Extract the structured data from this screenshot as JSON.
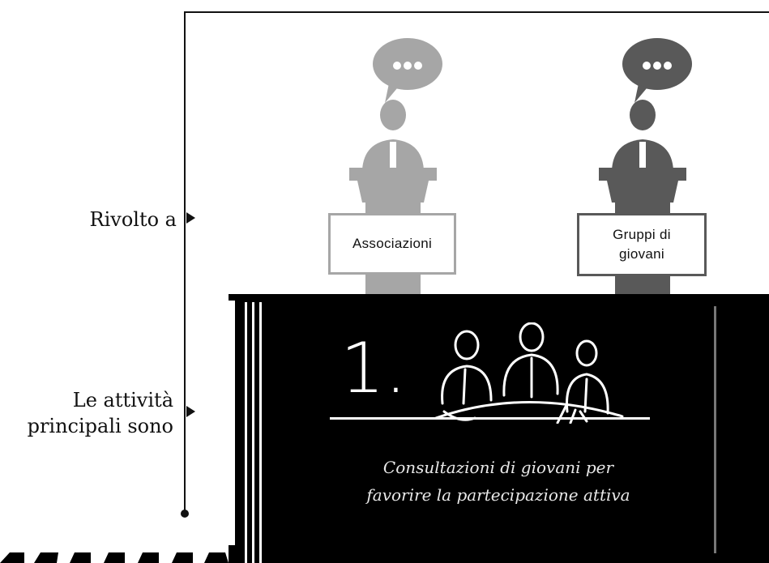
{
  "labels": {
    "rivolto": "Rivolto a",
    "attivita_line1": "Le attività",
    "attivita_line2": "principali sono"
  },
  "speakers": [
    {
      "name": "Associazioni",
      "color": "#a6a6a6",
      "bubble_icon": "speech-bubble-icon"
    },
    {
      "name_line1": "Gruppi di",
      "name_line2": "giovani",
      "color": "#595959",
      "bubble_icon": "speech-bubble-icon"
    }
  ],
  "activity": {
    "number": "1.",
    "icon": "meeting-people-icon",
    "description_line1": "Consultazioni di giovani per",
    "description_line2": "favorire la  partecipazione attiva"
  }
}
